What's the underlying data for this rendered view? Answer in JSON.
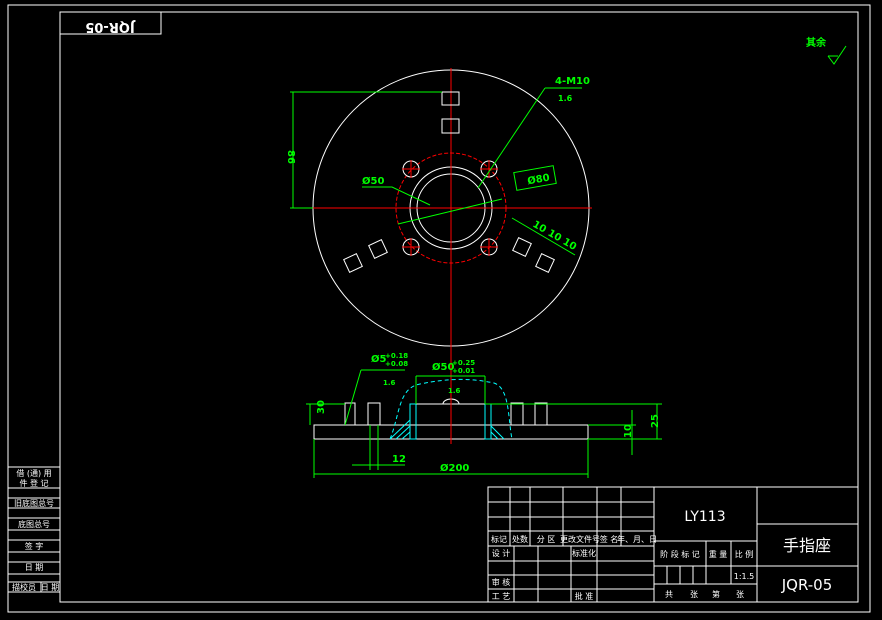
{
  "drawing": {
    "rotated_code": "JQR-05",
    "roughness_note": "其余",
    "top_view": {
      "thread_label": "4-M10",
      "roughness": "1.6",
      "inner_dia": "Ø50",
      "pitch_dia": "Ø80",
      "height_dim": "86",
      "spacing_dims": "10 10 10"
    },
    "side_view": {
      "hole_dim": "Ø5",
      "hole_tol_upper": "+0.18",
      "hole_tol_lower": "+0.08",
      "hole_roughness": "1.6",
      "bore_dim": "Ø50",
      "bore_tol_upper": "+0.25",
      "bore_tol_lower": "+0.01",
      "bore_roughness": "1.6",
      "lug_height": "30",
      "total_height": "25",
      "base_thickness": "10",
      "lug_width": "12",
      "outer_dia": "Ø200"
    }
  },
  "left_strip": [
    "借 (通) 用",
    "件 登 记",
    "旧底图总号",
    "底图总号",
    "签 字",
    "日 期",
    "描校员",
    "日 期"
  ],
  "title_block": {
    "material": "LY113",
    "part_name": "手指座",
    "drawing_number": "JQR-05",
    "headers": [
      "标记",
      "处数",
      "分 区",
      "更改文件号",
      "签 名",
      "年、月、日"
    ],
    "design": "设 计",
    "standardization": "标准化",
    "review": "审 核",
    "process": "工 艺",
    "approve": "批 准",
    "stage_mark": "阶 段 标 记",
    "weight": "重 量",
    "scale_label": "比 例",
    "scale": "1:1.5",
    "sheets": [
      "共",
      "张",
      "第",
      "张"
    ]
  }
}
